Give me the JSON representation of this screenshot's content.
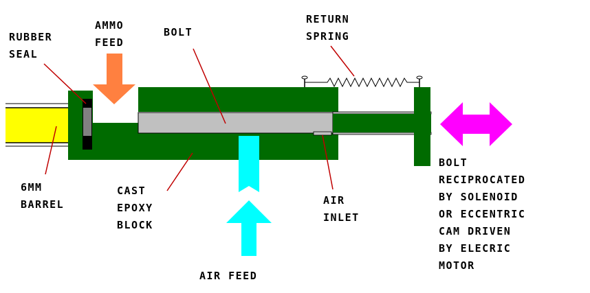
{
  "colors": {
    "block_green": "#006b00",
    "barrel_yellow": "#ffff00",
    "bolt_grey": "#c0c0c0",
    "seal_black": "#000000",
    "ammo_arrow": "#ff8040",
    "air_arrow": "#00ffff",
    "motion_arrow": "#ff00ff",
    "leader_line": "#c00000",
    "spring": "#000000"
  },
  "labels": {
    "rubber_seal": [
      "RUBBER",
      "SEAL"
    ],
    "ammo_feed": [
      "AMMO",
      "FEED"
    ],
    "bolt": [
      "BOLT"
    ],
    "return_spring": [
      "RETURN",
      "SPRING"
    ],
    "barrel": [
      "6MM",
      "BARREL"
    ],
    "epoxy_block": [
      "CAST",
      "EPOXY",
      "BLOCK"
    ],
    "air_inlet": [
      "AIR",
      "INLET"
    ],
    "air_feed": [
      "AIR FEED"
    ],
    "bolt_reciprocated": [
      "BOLT",
      "RECIPROCATED",
      "BY SOLENOID",
      "OR ECCENTRIC",
      "CAM DRIVEN",
      "BY ELECRIC",
      "MOTOR"
    ]
  }
}
